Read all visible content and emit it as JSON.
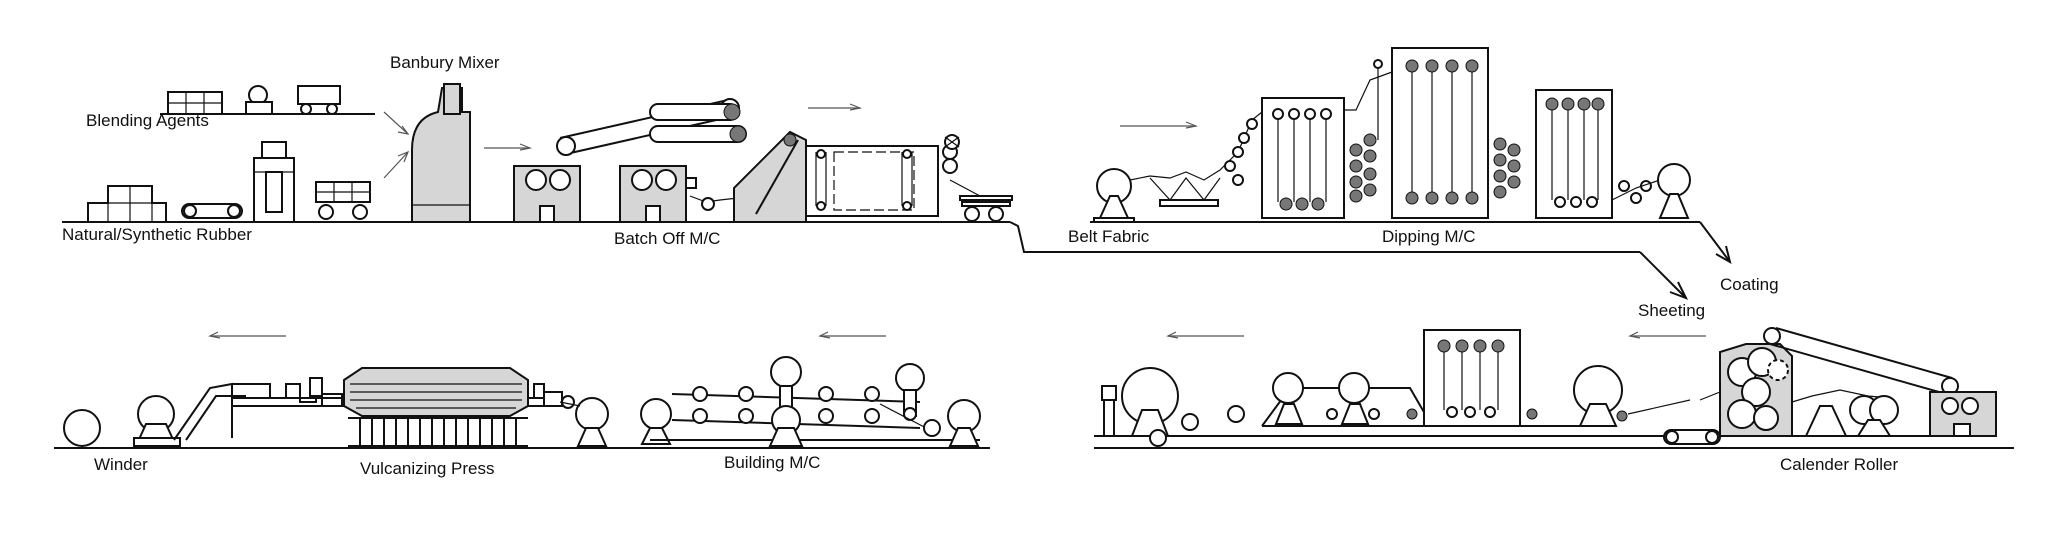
{
  "labels": {
    "banbury_mixer": "Banbury Mixer",
    "blending_agents": "Blending Agents",
    "natural_synthetic_rubber": "Natural/Synthetic Rubber",
    "batch_off": "Batch Off M/C",
    "belt_fabric": "Belt Fabric",
    "dipping": "Dipping M/C",
    "coating": "Coating",
    "sheeting": "Sheeting",
    "winder": "Winder",
    "vulcanizing_press": "Vulcanizing Press",
    "building": "Building M/C",
    "calender_roller": "Calender Roller"
  }
}
